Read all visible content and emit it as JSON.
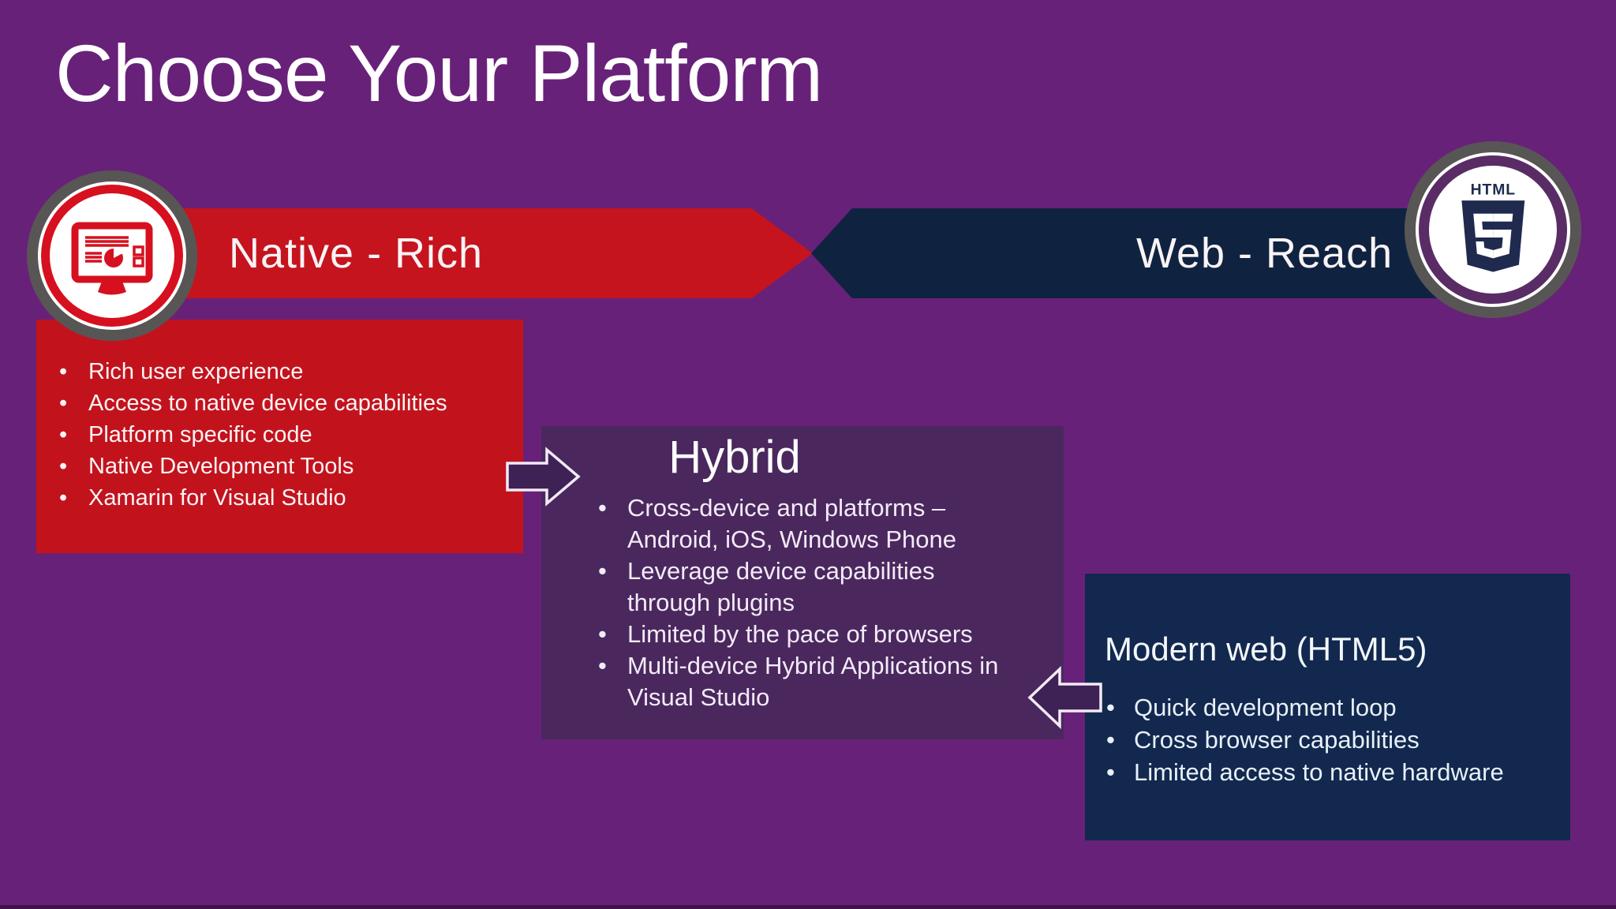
{
  "title": "Choose Your Platform",
  "banners": {
    "native": "Native - Rich",
    "web": "Web - Reach"
  },
  "native_box": {
    "bullets": [
      "Rich user experience",
      "Access to native device capabilities",
      "Platform specific code",
      "Native Development Tools",
      "Xamarin for Visual Studio"
    ]
  },
  "hybrid_box": {
    "title": "Hybrid",
    "bullets": [
      "Cross-device and platforms –\nAndroid, iOS, Windows Phone",
      "Leverage device capabilities\nthrough plugins",
      "Limited by the pace of browsers",
      "Multi-device Hybrid Applications in\nVisual Studio"
    ]
  },
  "web_box": {
    "title": "Modern web (HTML5)",
    "bullets": [
      "Quick development loop",
      "Cross browser capabilities",
      "Limited access to native hardware"
    ]
  },
  "icons": {
    "native": "presentation-monitor-icon",
    "web": "html5-icon",
    "html5_label": "HTML"
  },
  "colors": {
    "bg": "#682179",
    "bgEdge": "#3f1448",
    "red": "#c5141e",
    "redBox": "#c2131d",
    "navyBanner": "#0f2341",
    "navyBox": "#13284e",
    "hybrid": "#4a285e",
    "arrowFill": "#3e2155",
    "arrowStroke": "#f2eaf5",
    "ringGray": "#585654",
    "badgePurple": "#5a2c66",
    "html5Navy": "#1f2a4e",
    "iconRed": "#d6101f"
  }
}
